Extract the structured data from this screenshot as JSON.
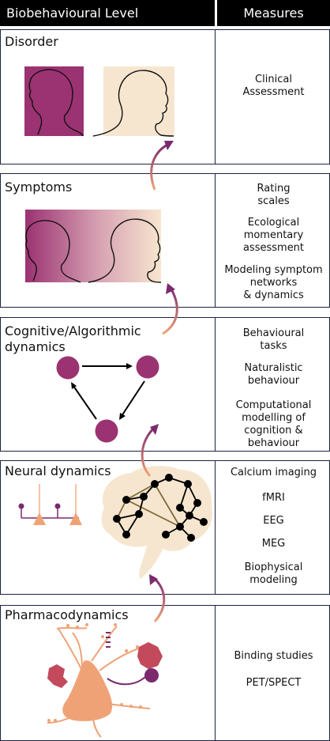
{
  "header": {
    "level": "Biobehavioural Level",
    "measures": "Measures"
  },
  "levels": [
    {
      "title": "Disorder",
      "measures": [
        "Clinical\nAssessment"
      ]
    },
    {
      "title": "Symptoms",
      "measures": [
        "Rating\nscales",
        "Ecological\nmomentary\nassessment",
        "Modeling symptom\nnetworks\n& dynamics"
      ]
    },
    {
      "title": "Cognitive/Algorithmic\ndynamics",
      "measures": [
        "Behavioural\ntasks",
        "Naturalistic\nbehaviour",
        "Computational\nmodelling of\ncognition &\nbehaviour"
      ]
    },
    {
      "title": "Neural dynamics",
      "measures": [
        "Calcium imaging",
        "fMRI",
        "EEG",
        "MEG",
        "Biophysical\nmodeling"
      ]
    },
    {
      "title": "Pharmacodynamics",
      "measures": [
        "Binding studies",
        "PET/SPECT"
      ]
    }
  ],
  "colors": {
    "purple": "#9b3272",
    "peach": "#f7e6cf",
    "salmon": "#f0a277",
    "border": "#1d2240"
  }
}
